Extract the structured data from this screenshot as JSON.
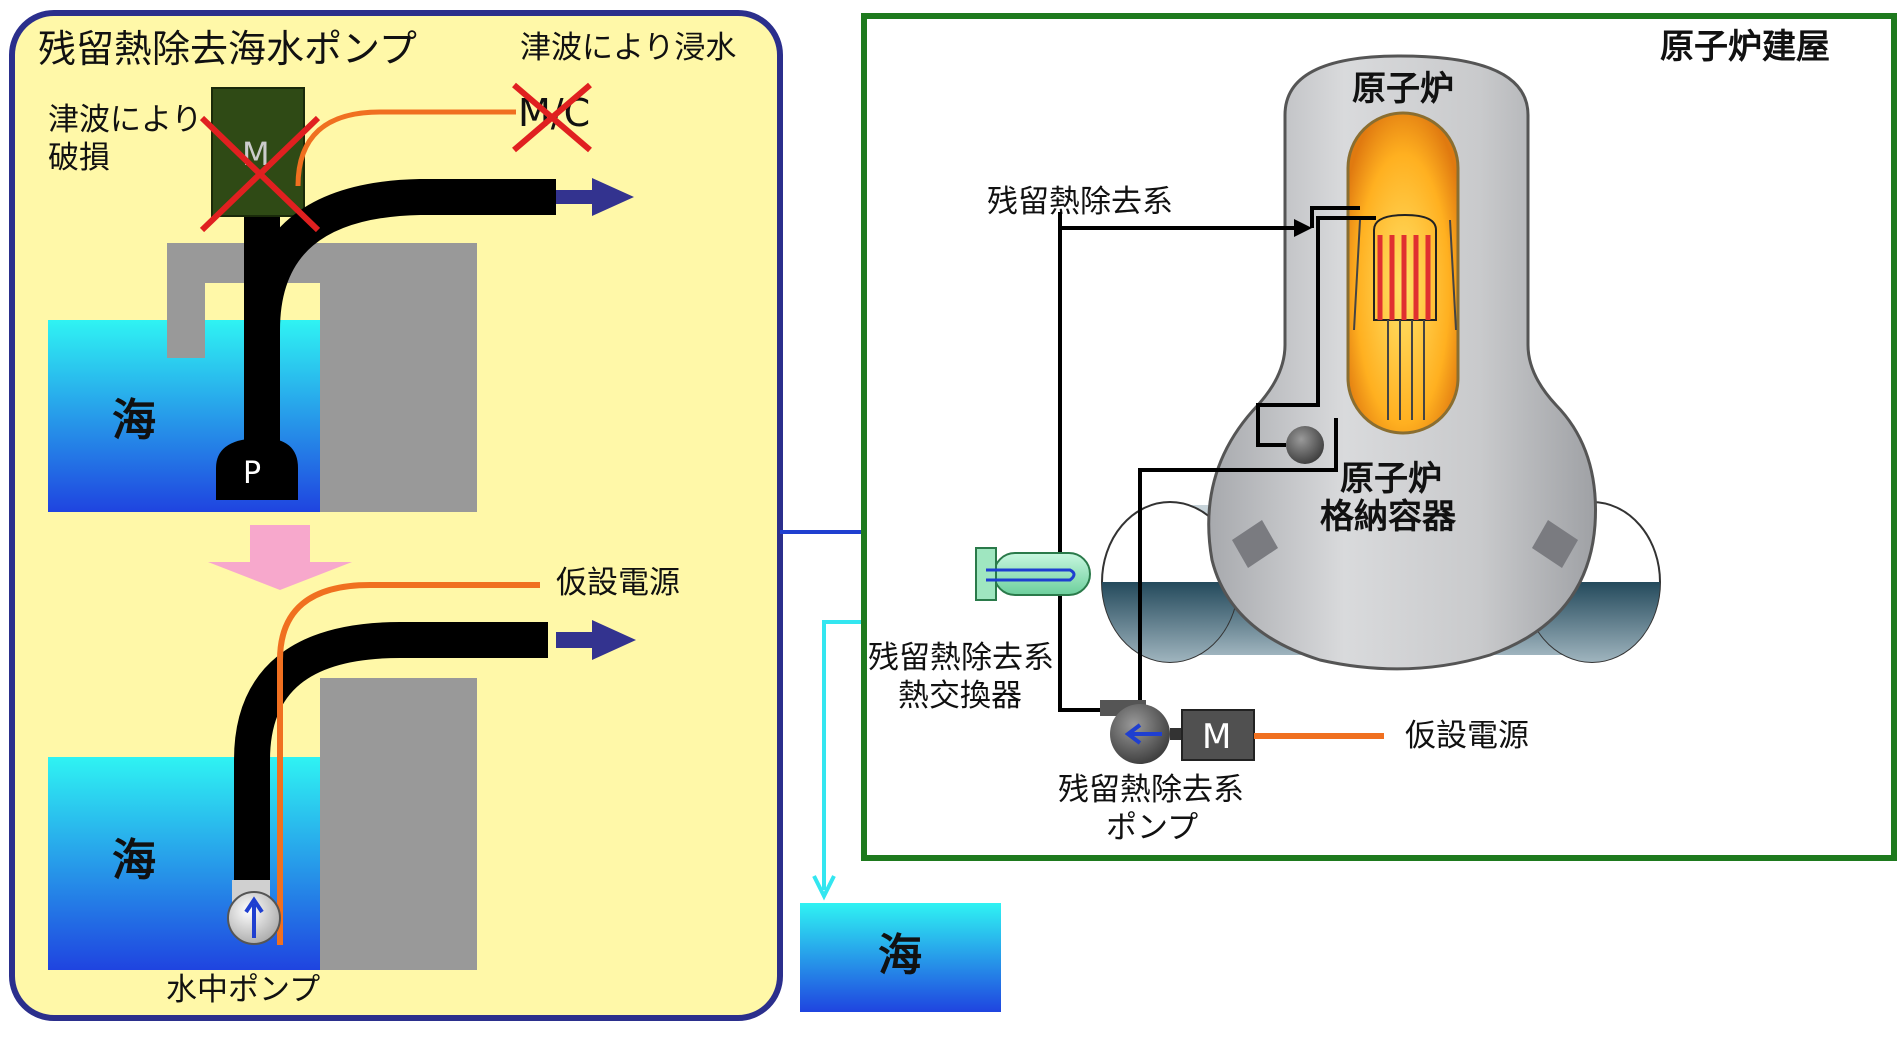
{
  "left_panel": {
    "title": "残留熱除去海水ポンプ",
    "damage_motor": "津波により\n破損",
    "damage_mc": "津波により浸水",
    "mc_label": "M/C",
    "motor_label": "M",
    "pump_label": "P",
    "sea_top": "海",
    "sea_bottom": "海",
    "temp_power": "仮設電源",
    "submersible_pump": "水中ポンプ"
  },
  "right_panel": {
    "building": "原子炉建屋",
    "reactor": "原子炉",
    "containment": "原子炉\n格納容器",
    "rhr_system": "残留熱除去系",
    "heat_exchanger": "残留熱除去系\n熱交換器",
    "rhr_pump": "残留熱除去系\nポンプ",
    "motor_label": "M",
    "temp_power": "仮設電源"
  },
  "outlet": {
    "sea": "海"
  },
  "colors": {
    "left_panel_fill": "#fff8a8",
    "left_panel_border": "#2b2f8c",
    "building_border": "#1e7a1e",
    "pipe": "#000000",
    "power_cable": "#f07020",
    "seawater_in": "#1f3fd0",
    "seawater_out": "#33e6f0",
    "cross": "#e02020",
    "arrow": "#33338f",
    "down_arrow": "#f7a8cc"
  }
}
